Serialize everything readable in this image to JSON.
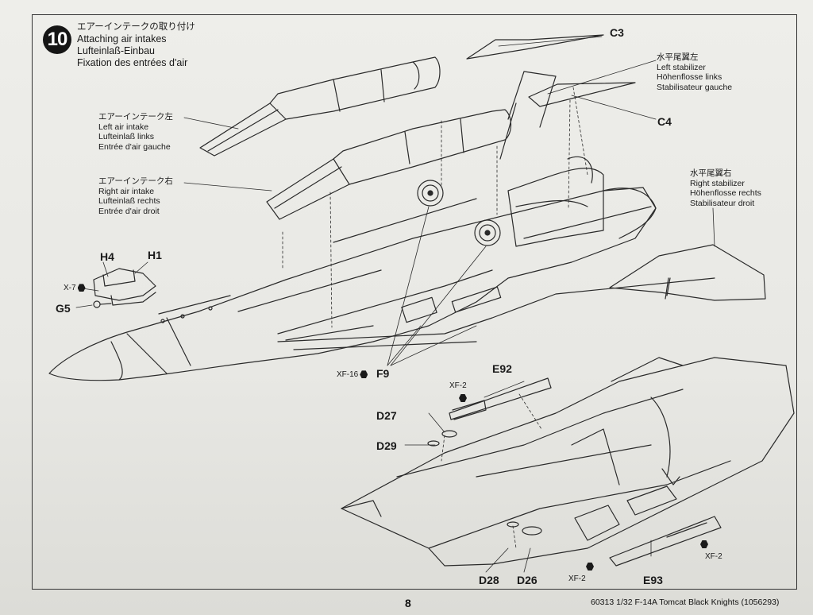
{
  "step": {
    "number": "10",
    "title_jp": "エアーインテークの取り付け",
    "title_en": "Attaching air intakes",
    "title_de": "Lufteinlaß-Einbau",
    "title_fr": "Fixation des entrées d'air"
  },
  "labels": {
    "left_intake": {
      "jp": "エアーインテーク左",
      "en": "Left air intake",
      "de": "Lufteinlaß links",
      "fr": "Entrée d'air gauche"
    },
    "right_intake": {
      "jp": "エアーインテーク右",
      "en": "Right air intake",
      "de": "Lufteinlaß rechts",
      "fr": "Entrée d'air droit"
    },
    "left_stabilizer": {
      "jp": "水平尾翼左",
      "en": "Left stabilizer",
      "de": "Höhenflosse links",
      "fr": "Stabilisateur gauche"
    },
    "right_stabilizer": {
      "jp": "水平尾翼右",
      "en": "Right stabilizer",
      "de": "Höhenflosse rechts",
      "fr": "Stabilisateur droit"
    }
  },
  "parts": {
    "c3": "C3",
    "c4": "C4",
    "h4": "H4",
    "h1": "H1",
    "g5": "G5",
    "f9": "F9",
    "e92": "E92",
    "d27": "D27",
    "d29": "D29",
    "d28": "D28",
    "d26": "D26",
    "e93": "E93"
  },
  "sprue_colors": {
    "x7": "X-7",
    "xf16": "XF-16",
    "xf2_top": "XF-2",
    "xf2_bottom_left": "XF-2",
    "xf2_bottom_right": "XF-2"
  },
  "footer": {
    "page_number": "8",
    "catalog": "60313  1/32 F-14A Tomcat Black Knights (1056293)"
  },
  "icons": {
    "step_badge": "numbered-circle",
    "paint_marker": "hexagon-icon"
  }
}
